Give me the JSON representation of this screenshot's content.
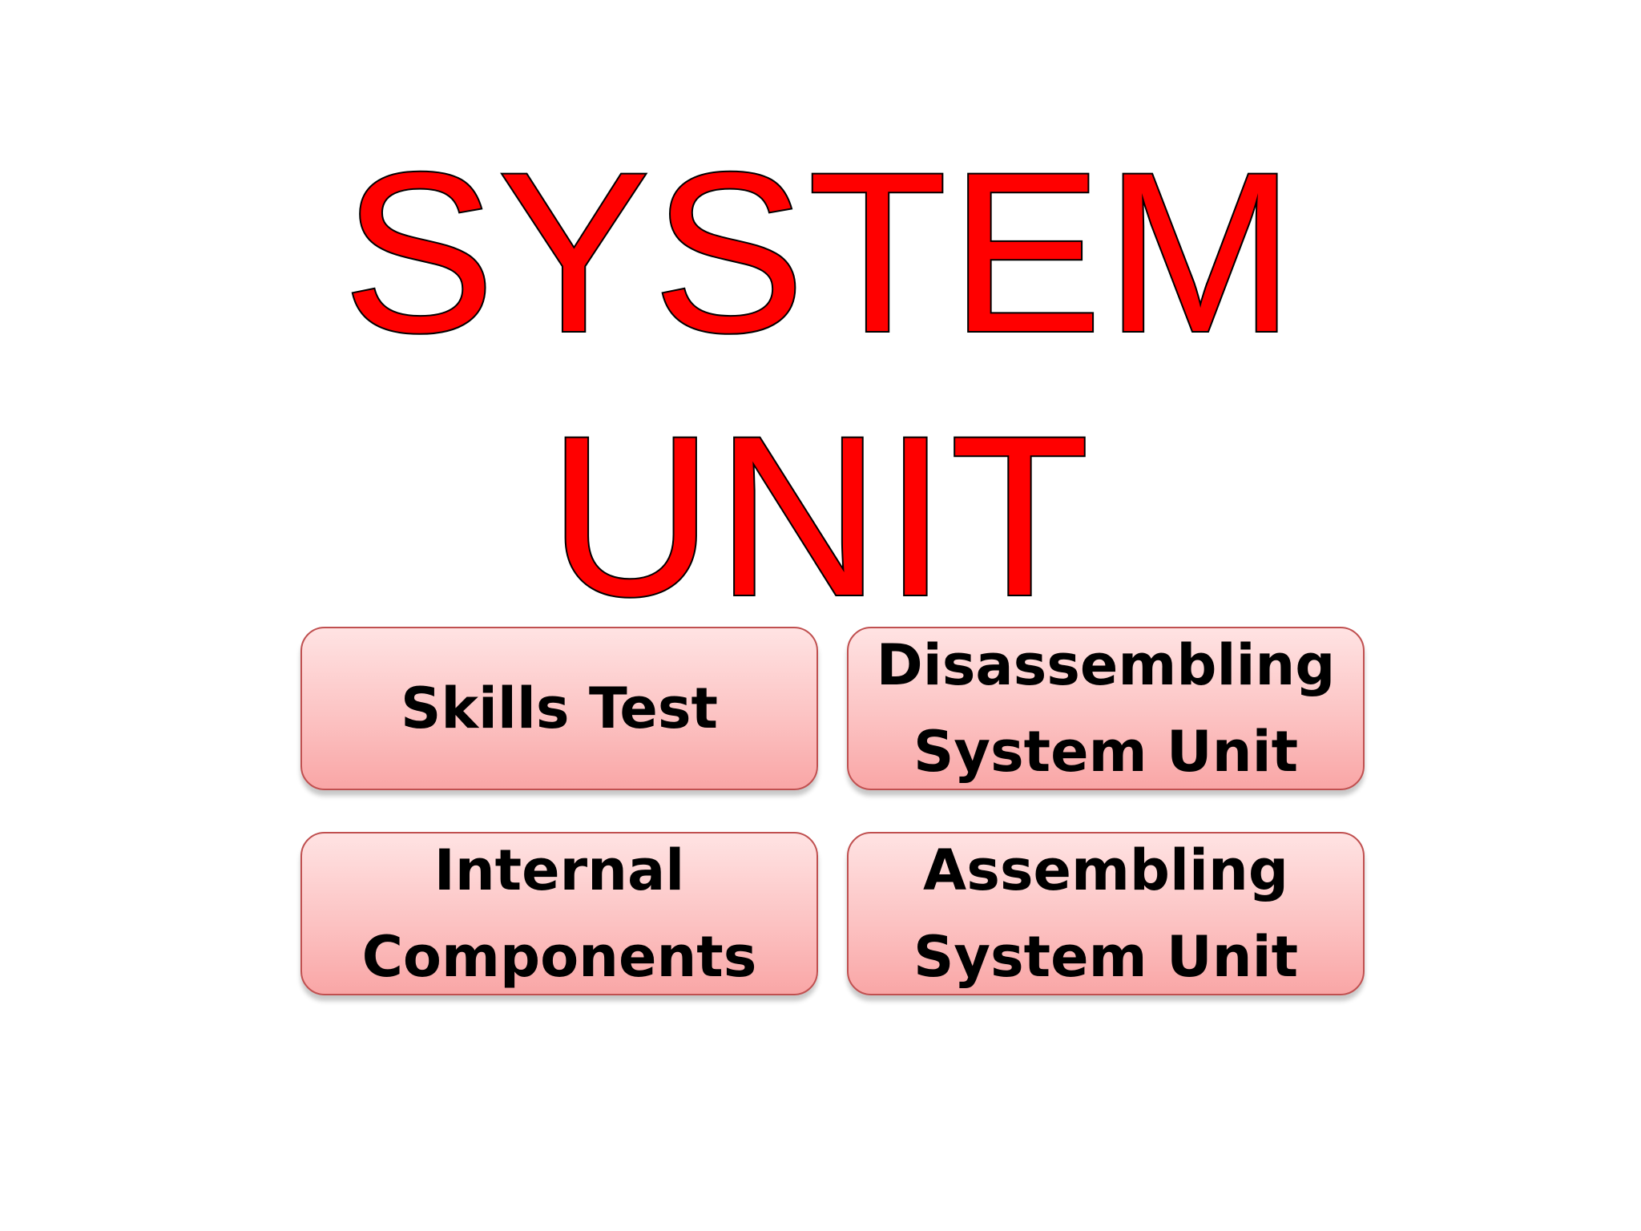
{
  "title": {
    "line1": "SYSTEM",
    "line2": "UNIT"
  },
  "menu": {
    "items": [
      {
        "label": "Skills Test"
      },
      {
        "label": "Disassembling\nSystem Unit"
      },
      {
        "label": "Internal\nComponents"
      },
      {
        "label": "Assembling\nSystem Unit"
      }
    ]
  },
  "colors": {
    "title_fill": "#ff0000",
    "title_outline": "#000000",
    "button_gradient_top": "#ffe3e3",
    "button_gradient_bottom": "#f9a6a6",
    "button_border": "#c05050"
  }
}
